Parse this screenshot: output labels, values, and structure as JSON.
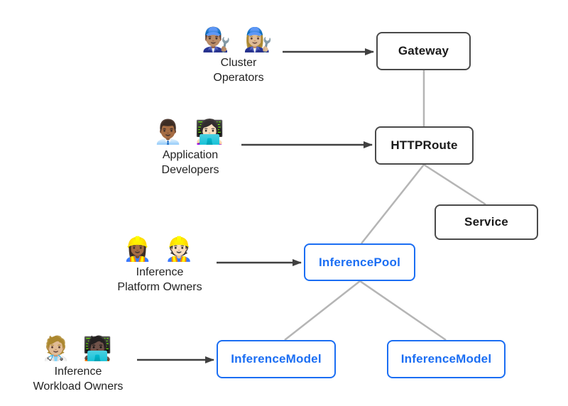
{
  "diagram": {
    "personas": [
      {
        "id": "cluster-operators",
        "emojis": "👨🏽‍🔧 👩🏼‍🔧",
        "label_line1": "Cluster",
        "label_line2": "Operators"
      },
      {
        "id": "application-developers",
        "emojis": "👨🏾‍💼 👩🏻‍💻",
        "label_line1": "Application",
        "label_line2": "Developers"
      },
      {
        "id": "inference-platform-owners",
        "emojis": "👷🏾‍♀️ 👷🏻",
        "label_line1": "Inference",
        "label_line2": "Platform Owners"
      },
      {
        "id": "inference-workload-owners",
        "emojis": "🧑🏼‍⚕️ 🧑🏿‍💻",
        "label_line1": "Inference",
        "label_line2": "Workload Owners"
      }
    ],
    "nodes": [
      {
        "id": "gateway",
        "label": "Gateway",
        "style": "dark"
      },
      {
        "id": "httproute",
        "label": "HTTPRoute",
        "style": "dark"
      },
      {
        "id": "service",
        "label": "Service",
        "style": "dark"
      },
      {
        "id": "inferencepool",
        "label": "InferencePool",
        "style": "blue"
      },
      {
        "id": "inferencemodel-left",
        "label": "InferenceModel",
        "style": "blue"
      },
      {
        "id": "inferencemodel-right",
        "label": "InferenceModel",
        "style": "blue"
      }
    ],
    "edges": [
      {
        "from": "gateway",
        "to": "httproute",
        "type": "line"
      },
      {
        "from": "httproute",
        "to": "inferencepool",
        "type": "line"
      },
      {
        "from": "httproute",
        "to": "service",
        "type": "line"
      },
      {
        "from": "inferencepool",
        "to": "inferencemodel-left",
        "type": "line"
      },
      {
        "from": "inferencepool",
        "to": "inferencemodel-right",
        "type": "line"
      },
      {
        "from": "cluster-operators",
        "to": "gateway",
        "type": "arrow"
      },
      {
        "from": "application-developers",
        "to": "httproute",
        "type": "arrow"
      },
      {
        "from": "inference-platform-owners",
        "to": "inferencepool",
        "type": "arrow"
      },
      {
        "from": "inference-workload-owners",
        "to": "inferencemodel-left",
        "type": "arrow"
      }
    ],
    "colors": {
      "background": "#ffffff",
      "dark_box_border": "#4a4a4a",
      "dark_box_text": "#1a1a1a",
      "blue_accent": "#1b6ef3",
      "connector_gray": "#b5b5b5",
      "arrow_dark": "#404040"
    }
  }
}
